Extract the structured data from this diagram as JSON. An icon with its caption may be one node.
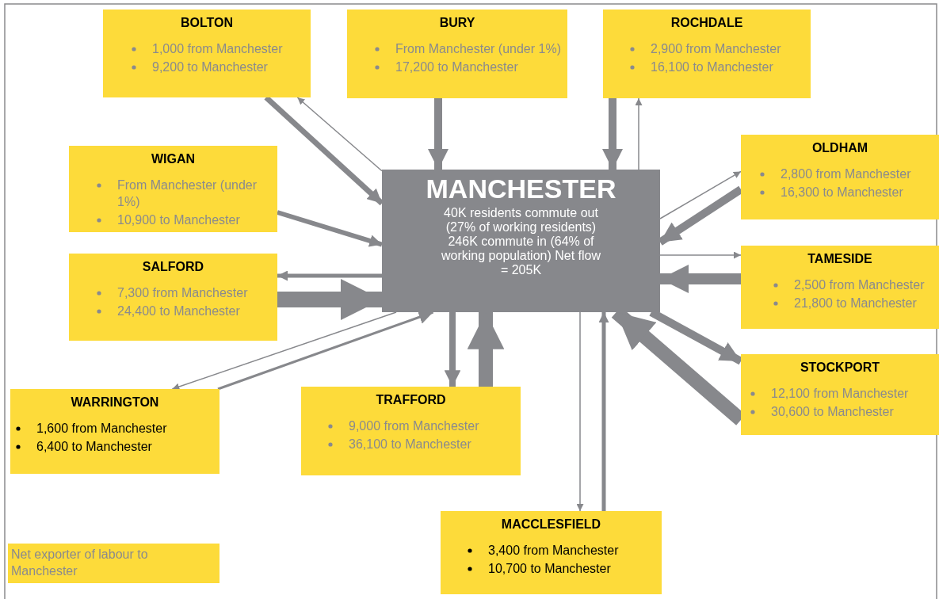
{
  "diagram": {
    "nodes": [
      {
        "text": [
          "MANCHESTER",
          "40K residents commute out (27% of working residents) 246K commute in (64% of working population) Net flow = 205K"
        ]
      },
      {
        "text": [
          "BOLTON",
          "1,000 from Manchester",
          "9,200 to Manchester"
        ]
      },
      {
        "text": [
          "BURY",
          "From Manchester (under 1%)",
          "17,200 to Manchester"
        ]
      },
      {
        "text": [
          "ROCHDALE",
          "2,900 from Manchester",
          "16,100 to Manchester"
        ]
      },
      {
        "text": [
          "WIGAN",
          "From Manchester (under 1%)",
          "10,900 to Manchester"
        ]
      },
      {
        "text": [
          "OLDHAM",
          "2,800 from Manchester",
          "16,300 to Manchester"
        ]
      },
      {
        "text": [
          "SALFORD",
          "7,300 from Manchester",
          "24,400 to Manchester"
        ]
      },
      {
        "text": [
          "TAMESIDE",
          "2,500 from Manchester",
          "21,800 to Manchester"
        ]
      },
      {
        "text": [
          "WARRINGTON",
          "1,600 from Manchester",
          "6,400 to Manchester"
        ]
      },
      {
        "text": [
          "TRAFFORD",
          "9,000 from Manchester",
          "36,100 to Manchester"
        ]
      },
      {
        "text": [
          "STOCKPORT",
          "12,100 from Manchester",
          "30,600 to Manchester"
        ]
      },
      {
        "text": [
          "MACCLESFIELD",
          "3,400 from Manchester",
          "10,700 to Manchester"
        ]
      }
    ],
    "edges": [
      {
        "from": 1,
        "to": 0,
        "arrow": "to"
      },
      {
        "from": 0,
        "to": 1,
        "arrow": "to"
      },
      {
        "from": 2,
        "to": 0,
        "arrow": "to"
      },
      {
        "from": 3,
        "to": 0,
        "arrow": "to"
      },
      {
        "from": 0,
        "to": 3,
        "arrow": "to"
      },
      {
        "from": 4,
        "to": 0,
        "arrow": "to"
      },
      {
        "from": 0,
        "to": 5,
        "arrow": "to"
      },
      {
        "from": 5,
        "to": 0,
        "arrow": "to"
      },
      {
        "from": 0,
        "to": 6,
        "arrow": "to"
      },
      {
        "from": 6,
        "to": 0,
        "arrow": "to",
        "style": "thick"
      },
      {
        "from": 0,
        "to": 7,
        "arrow": "to"
      },
      {
        "from": 7,
        "to": 0,
        "arrow": "to",
        "style": "thick"
      },
      {
        "from": 0,
        "to": 8,
        "arrow": "to"
      },
      {
        "from": 8,
        "to": 0,
        "arrow": "to"
      },
      {
        "from": 0,
        "to": 9,
        "arrow": "to"
      },
      {
        "from": 9,
        "to": 0,
        "arrow": "to",
        "style": "thick"
      },
      {
        "from": 0,
        "to": 10,
        "arrow": "to"
      },
      {
        "from": 10,
        "to": 0,
        "arrow": "to",
        "style": "thick"
      },
      {
        "from": 0,
        "to": 11,
        "arrow": "to"
      },
      {
        "from": 11,
        "to": 0,
        "arrow": "to"
      }
    ],
    "legend": [
      {
        "text": "Net exporter of labour to Manchester",
        "color": "#fddb3a"
      }
    ]
  }
}
